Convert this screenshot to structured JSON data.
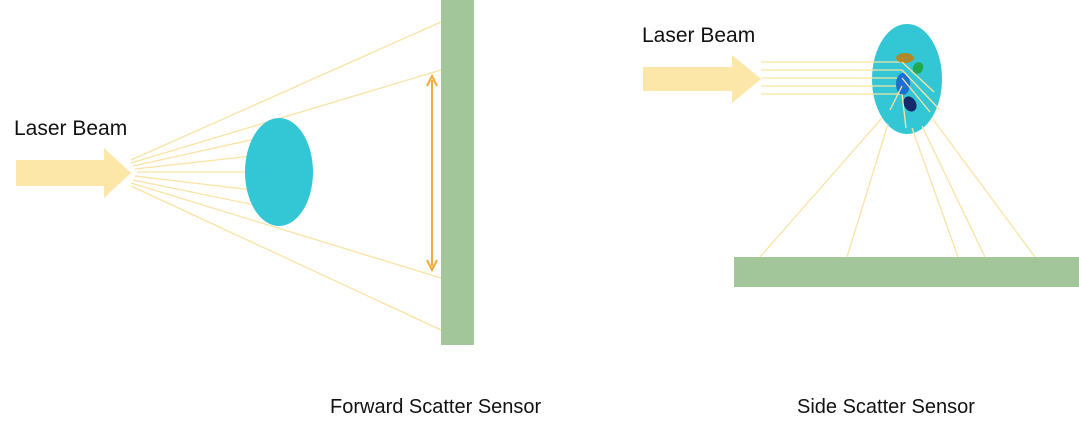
{
  "panels": {
    "forward": {
      "laser_label": "Laser Beam",
      "caption": "Forward Scatter Sensor"
    },
    "side": {
      "laser_label": "Laser Beam",
      "caption": "Side Scatter Sensor"
    }
  },
  "colors": {
    "beam_arrow": "#fde7a8",
    "light_ray": "#f9e3a4",
    "cell": "#33c7d6",
    "sensor": "#a2c59a",
    "size_arrow": "#f0aa3a",
    "granule_olive": "#b08a2a",
    "granule_green": "#1fa84c",
    "granule_blue": "#1a6fd0",
    "granule_navy": "#162a6b"
  }
}
